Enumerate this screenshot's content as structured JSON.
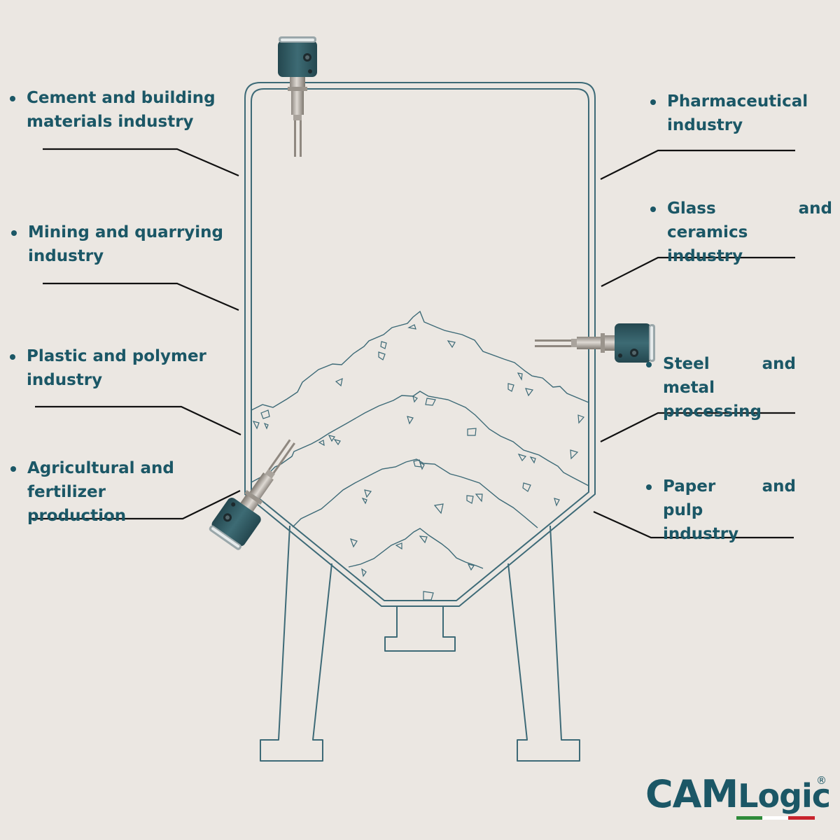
{
  "industries_left": [
    {
      "line1": "Cement and building",
      "line2": "materials industry"
    },
    {
      "line1": "Mining and quarrying",
      "line2": "industry"
    },
    {
      "line1": "Plastic and polymer",
      "line2": "industry"
    },
    {
      "line1": "Agricultural and fertilizer",
      "line2": "production"
    }
  ],
  "industries_right": [
    {
      "line1": "Pharmaceutical",
      "line2": "industry"
    },
    {
      "line1": "Glass and ceramics",
      "line2": "industry"
    },
    {
      "line1": "Steel and metal",
      "line2": "processing"
    },
    {
      "line1": "Paper and pulp",
      "line2": "industry"
    }
  ],
  "logo": {
    "part1": "CAM",
    "part2": "Logic",
    "registered": "®"
  },
  "colors": {
    "background": "#ebe7e2",
    "text": "#1b5766",
    "silo_outline": "#3d6a77",
    "sensor_housing": "#2f5a63",
    "sensor_steel": "#b9b3ac",
    "leader_line": "#111111"
  },
  "icons": [
    "vibrating-fork-level-switch-icon",
    "bullet-icon"
  ]
}
